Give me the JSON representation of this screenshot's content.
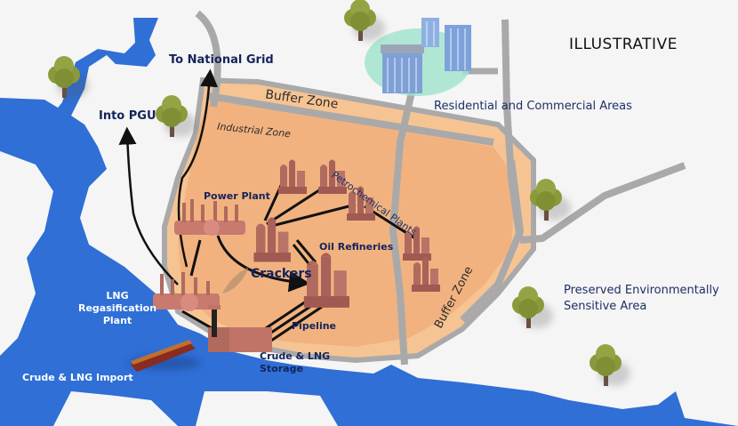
{
  "title": "ILLUSTRATIVE",
  "colors": {
    "water": "#2f6fd6",
    "industrial_zone": "#f2b27f",
    "buffer_zone": "#f6c493",
    "road": "#a9a9a9",
    "residential_halo": "#9fe3cc",
    "facility": "#b66d62",
    "label_navy": "#14245a"
  },
  "labels": {
    "to_national_grid": "To National Grid",
    "into_pgu": "Into PGU",
    "buffer_zone_top": "Buffer Zone",
    "industrial_zone": "Industrial Zone",
    "petrochemical_plants": "Petrochemical Plants",
    "power_plant": "Power Plant",
    "oil_refineries": "Oil Refineries",
    "crackers": "Crackers",
    "pipeline": "Pipeline",
    "lng_regas_line1": "LNG",
    "lng_regas_line2": "Regasification",
    "lng_regas_line3": "Plant",
    "crude_lng_storage_line1": "Crude & LNG",
    "crude_lng_storage_line2": "Storage",
    "crude_lng_import": "Crude & LNG Import",
    "buffer_zone_right": "Buffer Zone",
    "residential": "Residential and Commercial Areas",
    "preserved_line1": "Preserved Environmentally",
    "preserved_line2": "Sensitive Area"
  },
  "icons": [
    "tree-icon",
    "building-icon",
    "refinery-icon",
    "power-plant-icon",
    "storage-tank-icon",
    "tanker-ship-icon",
    "flow-arrow-icon"
  ]
}
